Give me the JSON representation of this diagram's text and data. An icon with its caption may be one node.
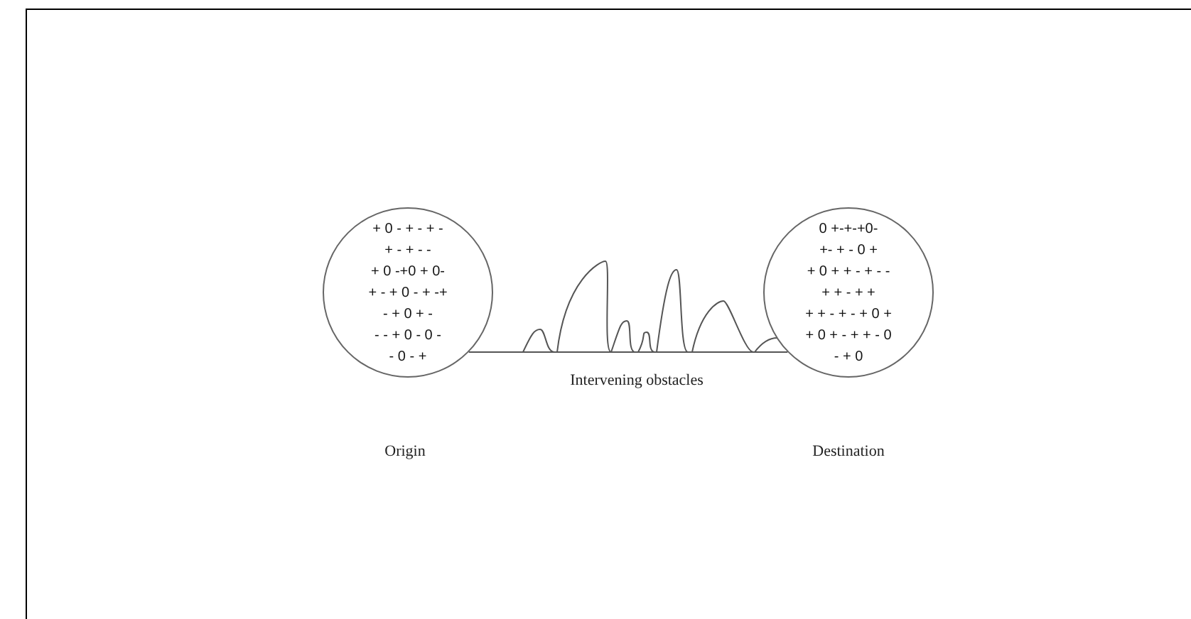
{
  "diagram": {
    "nodes": [
      {
        "text": [
          "+ 0 - + - + -",
          "+ - + - -",
          "+ 0 -+0 + 0-",
          "+ - + 0 - + -+",
          "- + 0 + -",
          "- - + 0 - 0 -",
          "- 0 - +"
        ]
      },
      {
        "text": [
          "0 +-+-+0-",
          "+- + - 0 +",
          "+ 0 + + - + - -",
          "+ + - + +",
          "+ + - + - + 0 +",
          "+ 0 + - + + - 0",
          "- + 0"
        ]
      }
    ],
    "edges": [
      {
        "from": 0,
        "to": 1,
        "arrow": "none"
      }
    ],
    "labels": [
      "Intervening obstacles",
      "Origin",
      "Destination"
    ]
  }
}
